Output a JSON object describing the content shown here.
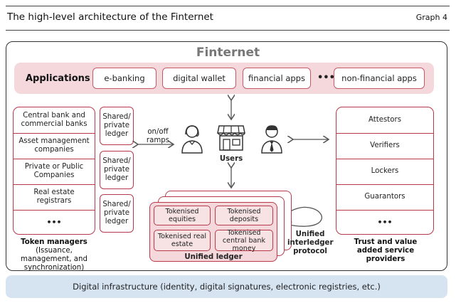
{
  "header": {
    "title": "The high-level architecture of the Finternet",
    "graph_label": "Graph 4"
  },
  "finternet_label": "Finternet",
  "applications": {
    "label": "Applications",
    "items": [
      "e-banking",
      "digital wallet",
      "financial apps",
      "non-financial apps"
    ],
    "ellipsis": "•••"
  },
  "token_managers": {
    "items": [
      "Central bank and commercial banks",
      "Asset management companies",
      "Private or Public Companies",
      "Real estate registrars",
      "•••"
    ],
    "caption_title": "Token managers",
    "caption_sub": "(Issuance, management, and synchronization)"
  },
  "shared_ledgers": [
    "Shared/ private ledger",
    "Shared/ private ledger",
    "Shared/ private ledger"
  ],
  "ramps_label": "on/off ramps",
  "users_label": "Users",
  "unified_ledger": {
    "label": "Unified ledger",
    "tokens": [
      "Tokenised equities",
      "Tokenised deposits",
      "Tokenised real estate",
      "Tokenised central bank money"
    ]
  },
  "interledger_label": "Unified interledger protocol",
  "service_providers": {
    "items": [
      "Attestors",
      "Verifiers",
      "Lockers",
      "Guarantors",
      "•••"
    ],
    "caption": "Trust and value added service providers"
  },
  "infrastructure": "Digital infrastructure  (identity, digital signatures, electronic registries, etc.)",
  "colors": {
    "accent_border": "#b83a4a",
    "pink_fill": "#f4d8dc",
    "infra_fill": "#d6e4f2"
  }
}
